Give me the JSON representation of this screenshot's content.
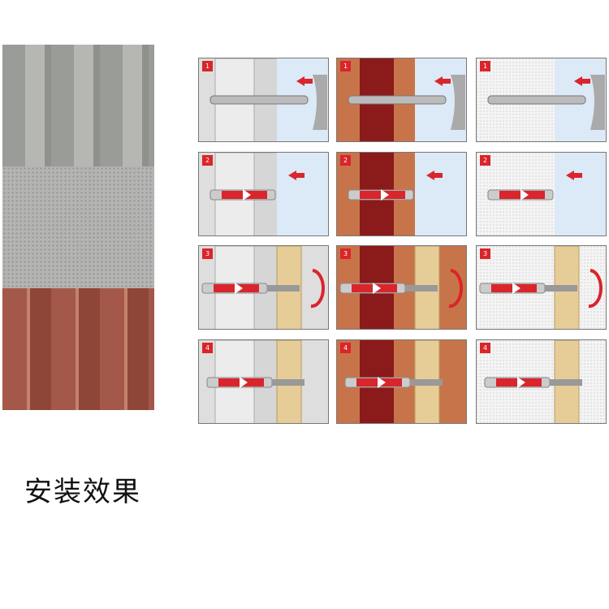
{
  "caption": "安装效果",
  "wall_types": [
    "concrete",
    "brick",
    "aerated-concrete"
  ],
  "steps": [
    "1",
    "2",
    "3",
    "4"
  ],
  "colors": {
    "accent": "#d9252b",
    "brick": "#c8744a",
    "brick_dark": "#8b1a1a",
    "sky": "#dce9f7",
    "wood": "#e6cd98"
  }
}
